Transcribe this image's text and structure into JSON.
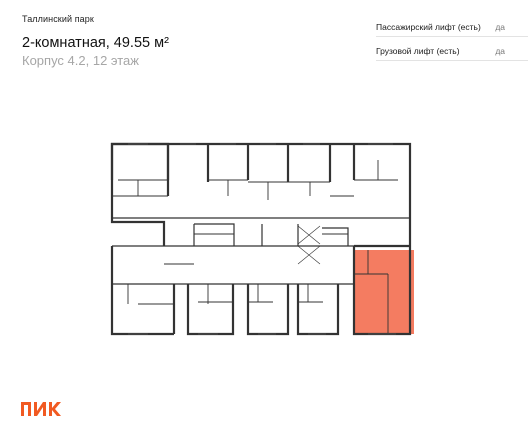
{
  "header": {
    "project": "Таллинский парк",
    "title": "2-комнатная, 49.55 м²",
    "subtitle": "Корпус 4.2, 12 этаж"
  },
  "features": [
    {
      "label": "Пассажирский лифт (есть)",
      "value": "да"
    },
    {
      "label": "Грузовой лифт (есть)",
      "value": "да"
    }
  ],
  "floor_plan": {
    "highlight_color": "#f47c61"
  },
  "brand": {
    "logo_text": "ПИК",
    "color": "#f15a22"
  }
}
